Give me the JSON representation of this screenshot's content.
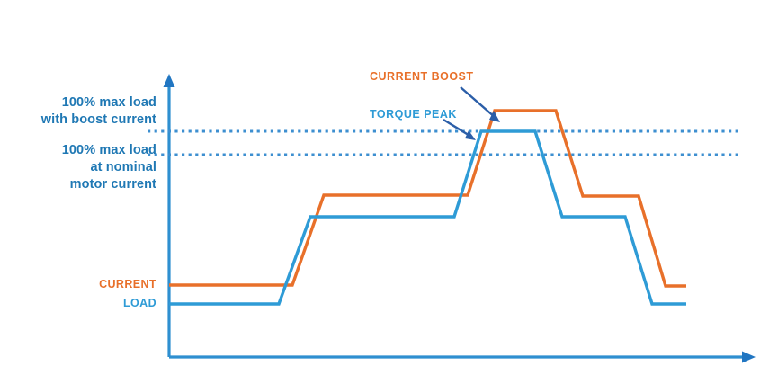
{
  "chart_data": {
    "type": "line",
    "title": "",
    "subtitle": "",
    "xlabel": "",
    "ylabel": "",
    "grid": false,
    "legend_position": "inline-left",
    "xlim": [
      0,
      100
    ],
    "ylim": [
      0,
      100
    ],
    "axis_style": "arrow-axes",
    "reference_lines": [
      {
        "id": "boost-line",
        "label": "100% max load with boost current",
        "label_lines": [
          "100% max load",
          "with boost current"
        ],
        "y": 83,
        "style": "dotted",
        "color": "#3D8FD0"
      },
      {
        "id": "nominal-line",
        "label": "100% max load at nominal motor current",
        "label_lines": [
          "100% max load",
          "at nominal",
          "motor current"
        ],
        "y": 75,
        "style": "dotted",
        "color": "#3D8FD0"
      }
    ],
    "series": [
      {
        "name": "CURRENT",
        "color": "#E8702A",
        "role": "motor-current",
        "x": [
          0,
          21,
          26,
          51,
          56,
          66,
          71,
          80,
          85,
          88,
          93,
          100
        ],
        "values": [
          26,
          26,
          58,
          58,
          88,
          88,
          58,
          58,
          50,
          50,
          26,
          26
        ]
      },
      {
        "name": "LOAD",
        "color": "#2E9BD6",
        "role": "load",
        "x": [
          0,
          19,
          24,
          49,
          54,
          63,
          68,
          78,
          83,
          85,
          90,
          100
        ],
        "values": [
          19,
          19,
          50,
          50,
          81,
          81,
          50,
          50,
          44,
          44,
          19,
          19
        ]
      }
    ],
    "annotations": [
      {
        "id": "current-boost",
        "text": "CURRENT BOOST",
        "color": "#E8702A",
        "points_to": "orange-peak-rise"
      },
      {
        "id": "torque-peak",
        "text": "TORQUE PEAK",
        "color": "#2E9BD6",
        "points_to": "blue-peak-rise"
      }
    ]
  },
  "labels": {
    "boost_line_1": "100% max load",
    "boost_line_2": "with boost current",
    "nominal_line_1": "100% max load",
    "nominal_line_2": "at nominal",
    "nominal_line_3": "motor current",
    "series_current": "CURRENT",
    "series_load": "LOAD",
    "callout_current_boost": "CURRENT BOOST",
    "callout_torque_peak": "TORQUE PEAK"
  },
  "colors": {
    "orange": "#E8702A",
    "blue": "#2E9BD6",
    "label_blue": "#1F78B4",
    "dotted_blue": "#3D8FD0",
    "axis_blue": "#2E8FD0",
    "arrow_navy": "#2B5EA8",
    "background": "#FFFFFF"
  }
}
